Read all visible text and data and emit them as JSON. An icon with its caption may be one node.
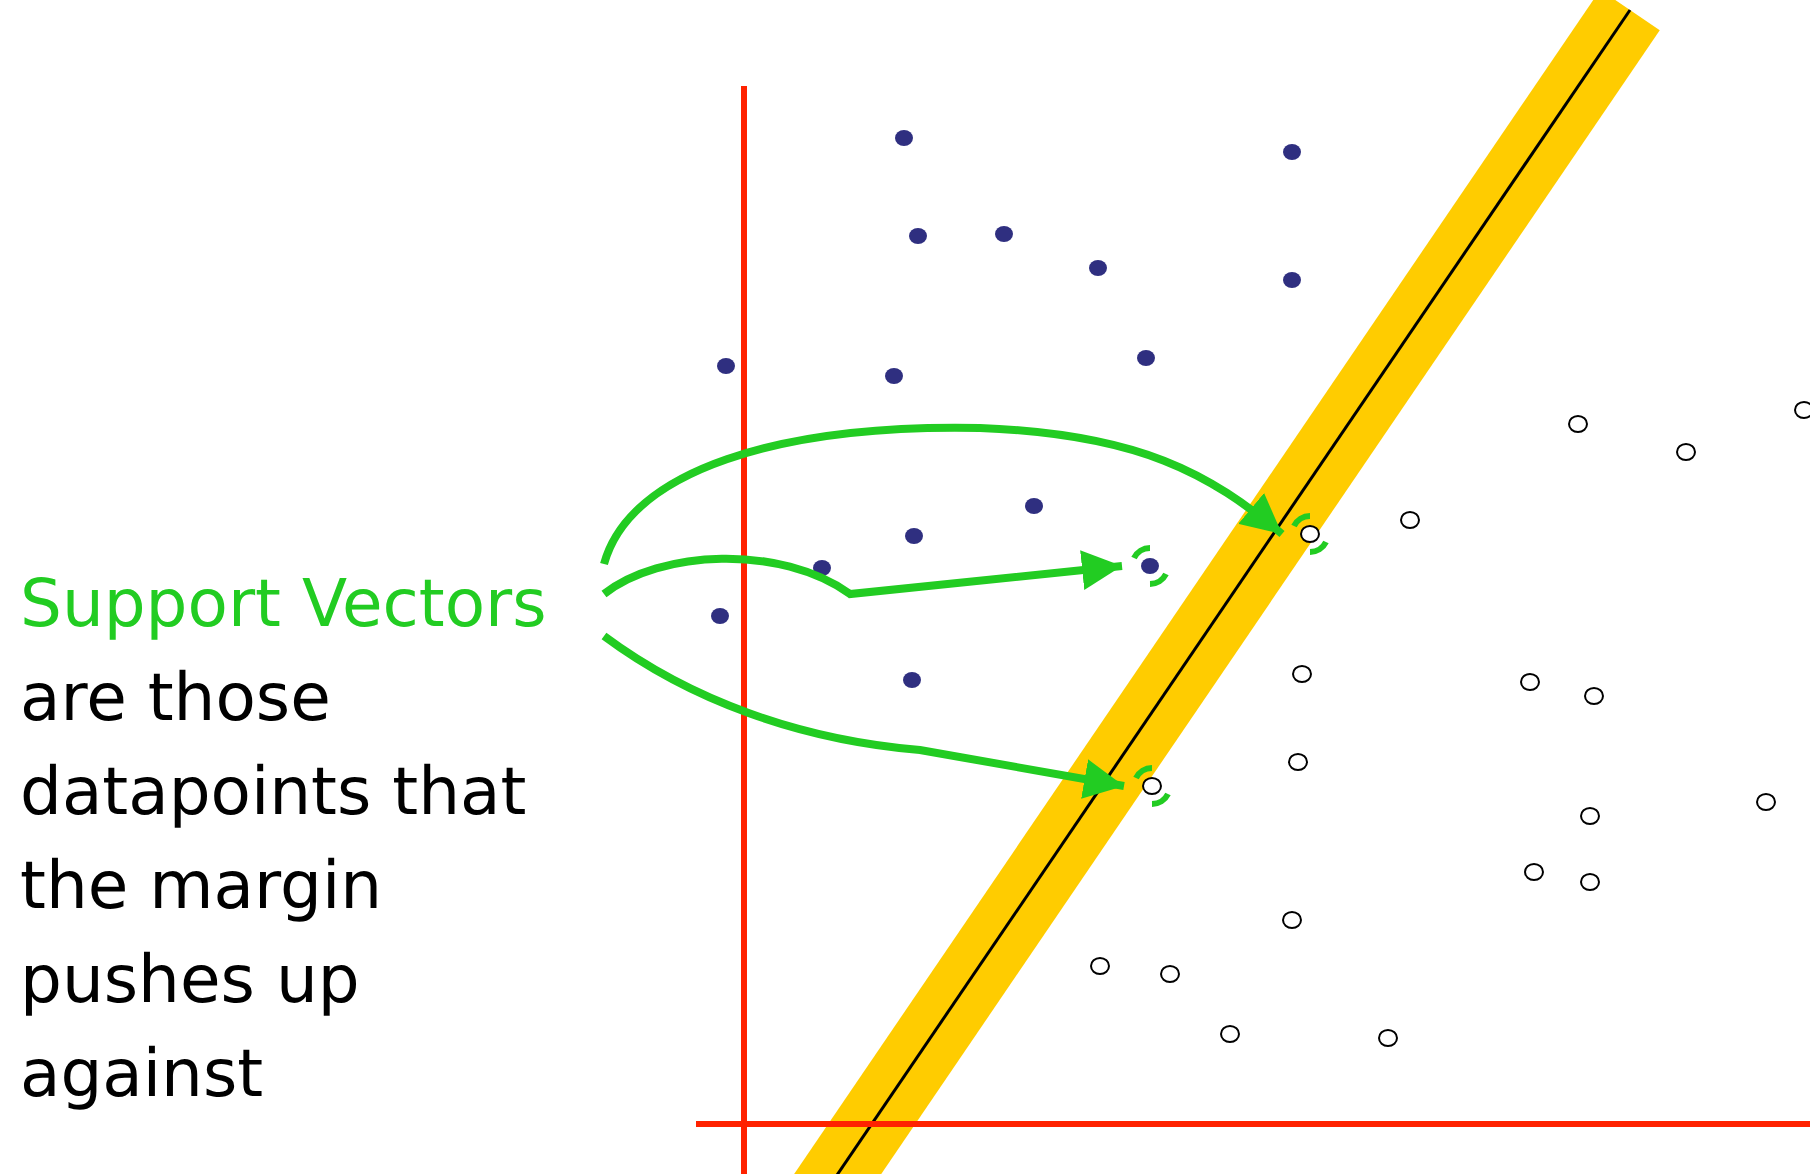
{
  "diagram": {
    "nodes": [
      {
        "text": [
          "Support Vectors",
          "are those datapoints that the margin pushes up against"
        ]
      },
      {
        "text": [],
        "shape": "circle"
      },
      {
        "text": [],
        "shape": "circle"
      },
      {
        "text": [],
        "shape": "circle"
      }
    ],
    "edges": [
      {
        "from": 0,
        "to": 1,
        "arrow": "to"
      },
      {
        "from": 0,
        "to": 2,
        "arrow": "to"
      },
      {
        "from": 0,
        "to": 3,
        "arrow": "to"
      }
    ]
  }
}
